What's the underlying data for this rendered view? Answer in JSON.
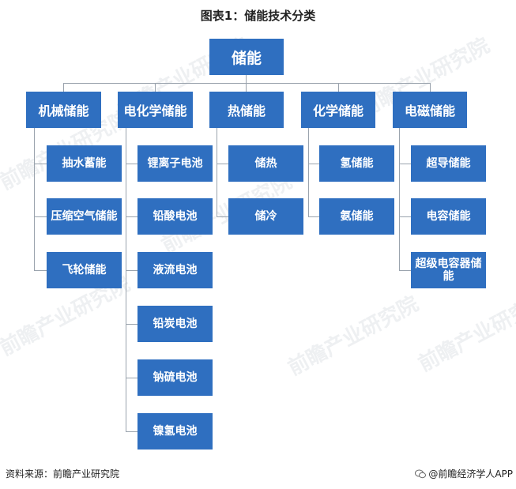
{
  "title": "图表1：储能技术分类",
  "root": "储能",
  "categories": [
    {
      "label": "机械储能",
      "items": [
        "抽水蓄能",
        "压缩空气储能",
        "飞轮储能"
      ]
    },
    {
      "label": "电化学储能",
      "items": [
        "锂离子电池",
        "铅酸电池",
        "液流电池",
        "铅炭电池",
        "钠硫电池",
        "镍氢电池"
      ]
    },
    {
      "label": "热储能",
      "items": [
        "储热",
        "储冷"
      ]
    },
    {
      "label": "化学储能",
      "items": [
        "氢储能",
        "氨储能"
      ]
    },
    {
      "label": "电磁储能",
      "items": [
        "超导储能",
        "电容储能",
        "超级电容器储能"
      ]
    }
  ],
  "source": "资料来源：前瞻产业研究院",
  "credit": "@前瞻经济学人APP",
  "watermark": "前瞻产业研究院"
}
